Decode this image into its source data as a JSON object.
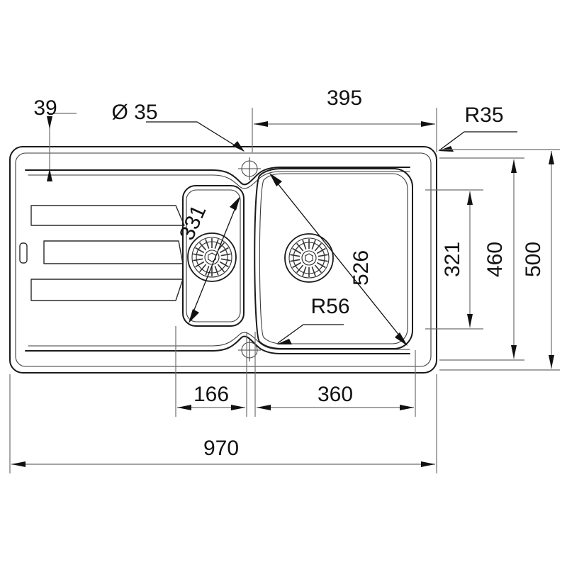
{
  "drawing": {
    "title": "Kitchen sink technical drawing",
    "subject": "double-bowl inset sink with drainboard",
    "units": "mm",
    "background_color": "#ffffff",
    "line_color": "#111111",
    "dimension_line_color": "#6e6e6e"
  },
  "dimensions": {
    "rim_width_top_left": "39",
    "tap_hole_diameter": "Ø 35",
    "main_bowl_width_top": "395",
    "corner_radius_outer": "R35",
    "small_bowl_diagonal": "331",
    "main_bowl_diagonal": "526",
    "bowl_corner_radius": "R56",
    "bowl_height_inner": "321",
    "bowl_outer_height": "460",
    "overall_depth": "500",
    "small_bowl_width_bottom": "166",
    "main_bowl_width_bottom": "360",
    "overall_width": "970"
  },
  "features": {
    "drainboard_grooves": 3,
    "overflow_slot": "overflow-slot",
    "strainer_count": 2,
    "tap_hole_count": 1,
    "center_mark_count": 2
  },
  "labels": [
    {
      "id": "d39",
      "text": "39",
      "name": "dimension-label-39"
    },
    {
      "id": "d35",
      "text": "Ø 35",
      "name": "dimension-label-tap-hole-diameter"
    },
    {
      "id": "d395",
      "text": "395",
      "name": "dimension-label-395"
    },
    {
      "id": "r35",
      "text": "R35",
      "name": "dimension-label-r35"
    },
    {
      "id": "d331",
      "text": "331",
      "name": "dimension-label-331"
    },
    {
      "id": "d526",
      "text": "526",
      "name": "dimension-label-526"
    },
    {
      "id": "r56",
      "text": "R56",
      "name": "dimension-label-r56"
    },
    {
      "id": "d321",
      "text": "321",
      "name": "dimension-label-321"
    },
    {
      "id": "d460",
      "text": "460",
      "name": "dimension-label-460"
    },
    {
      "id": "d500",
      "text": "500",
      "name": "dimension-label-500"
    },
    {
      "id": "d166",
      "text": "166",
      "name": "dimension-label-166"
    },
    {
      "id": "d360",
      "text": "360",
      "name": "dimension-label-360"
    },
    {
      "id": "d970",
      "text": "970",
      "name": "dimension-label-970"
    }
  ]
}
